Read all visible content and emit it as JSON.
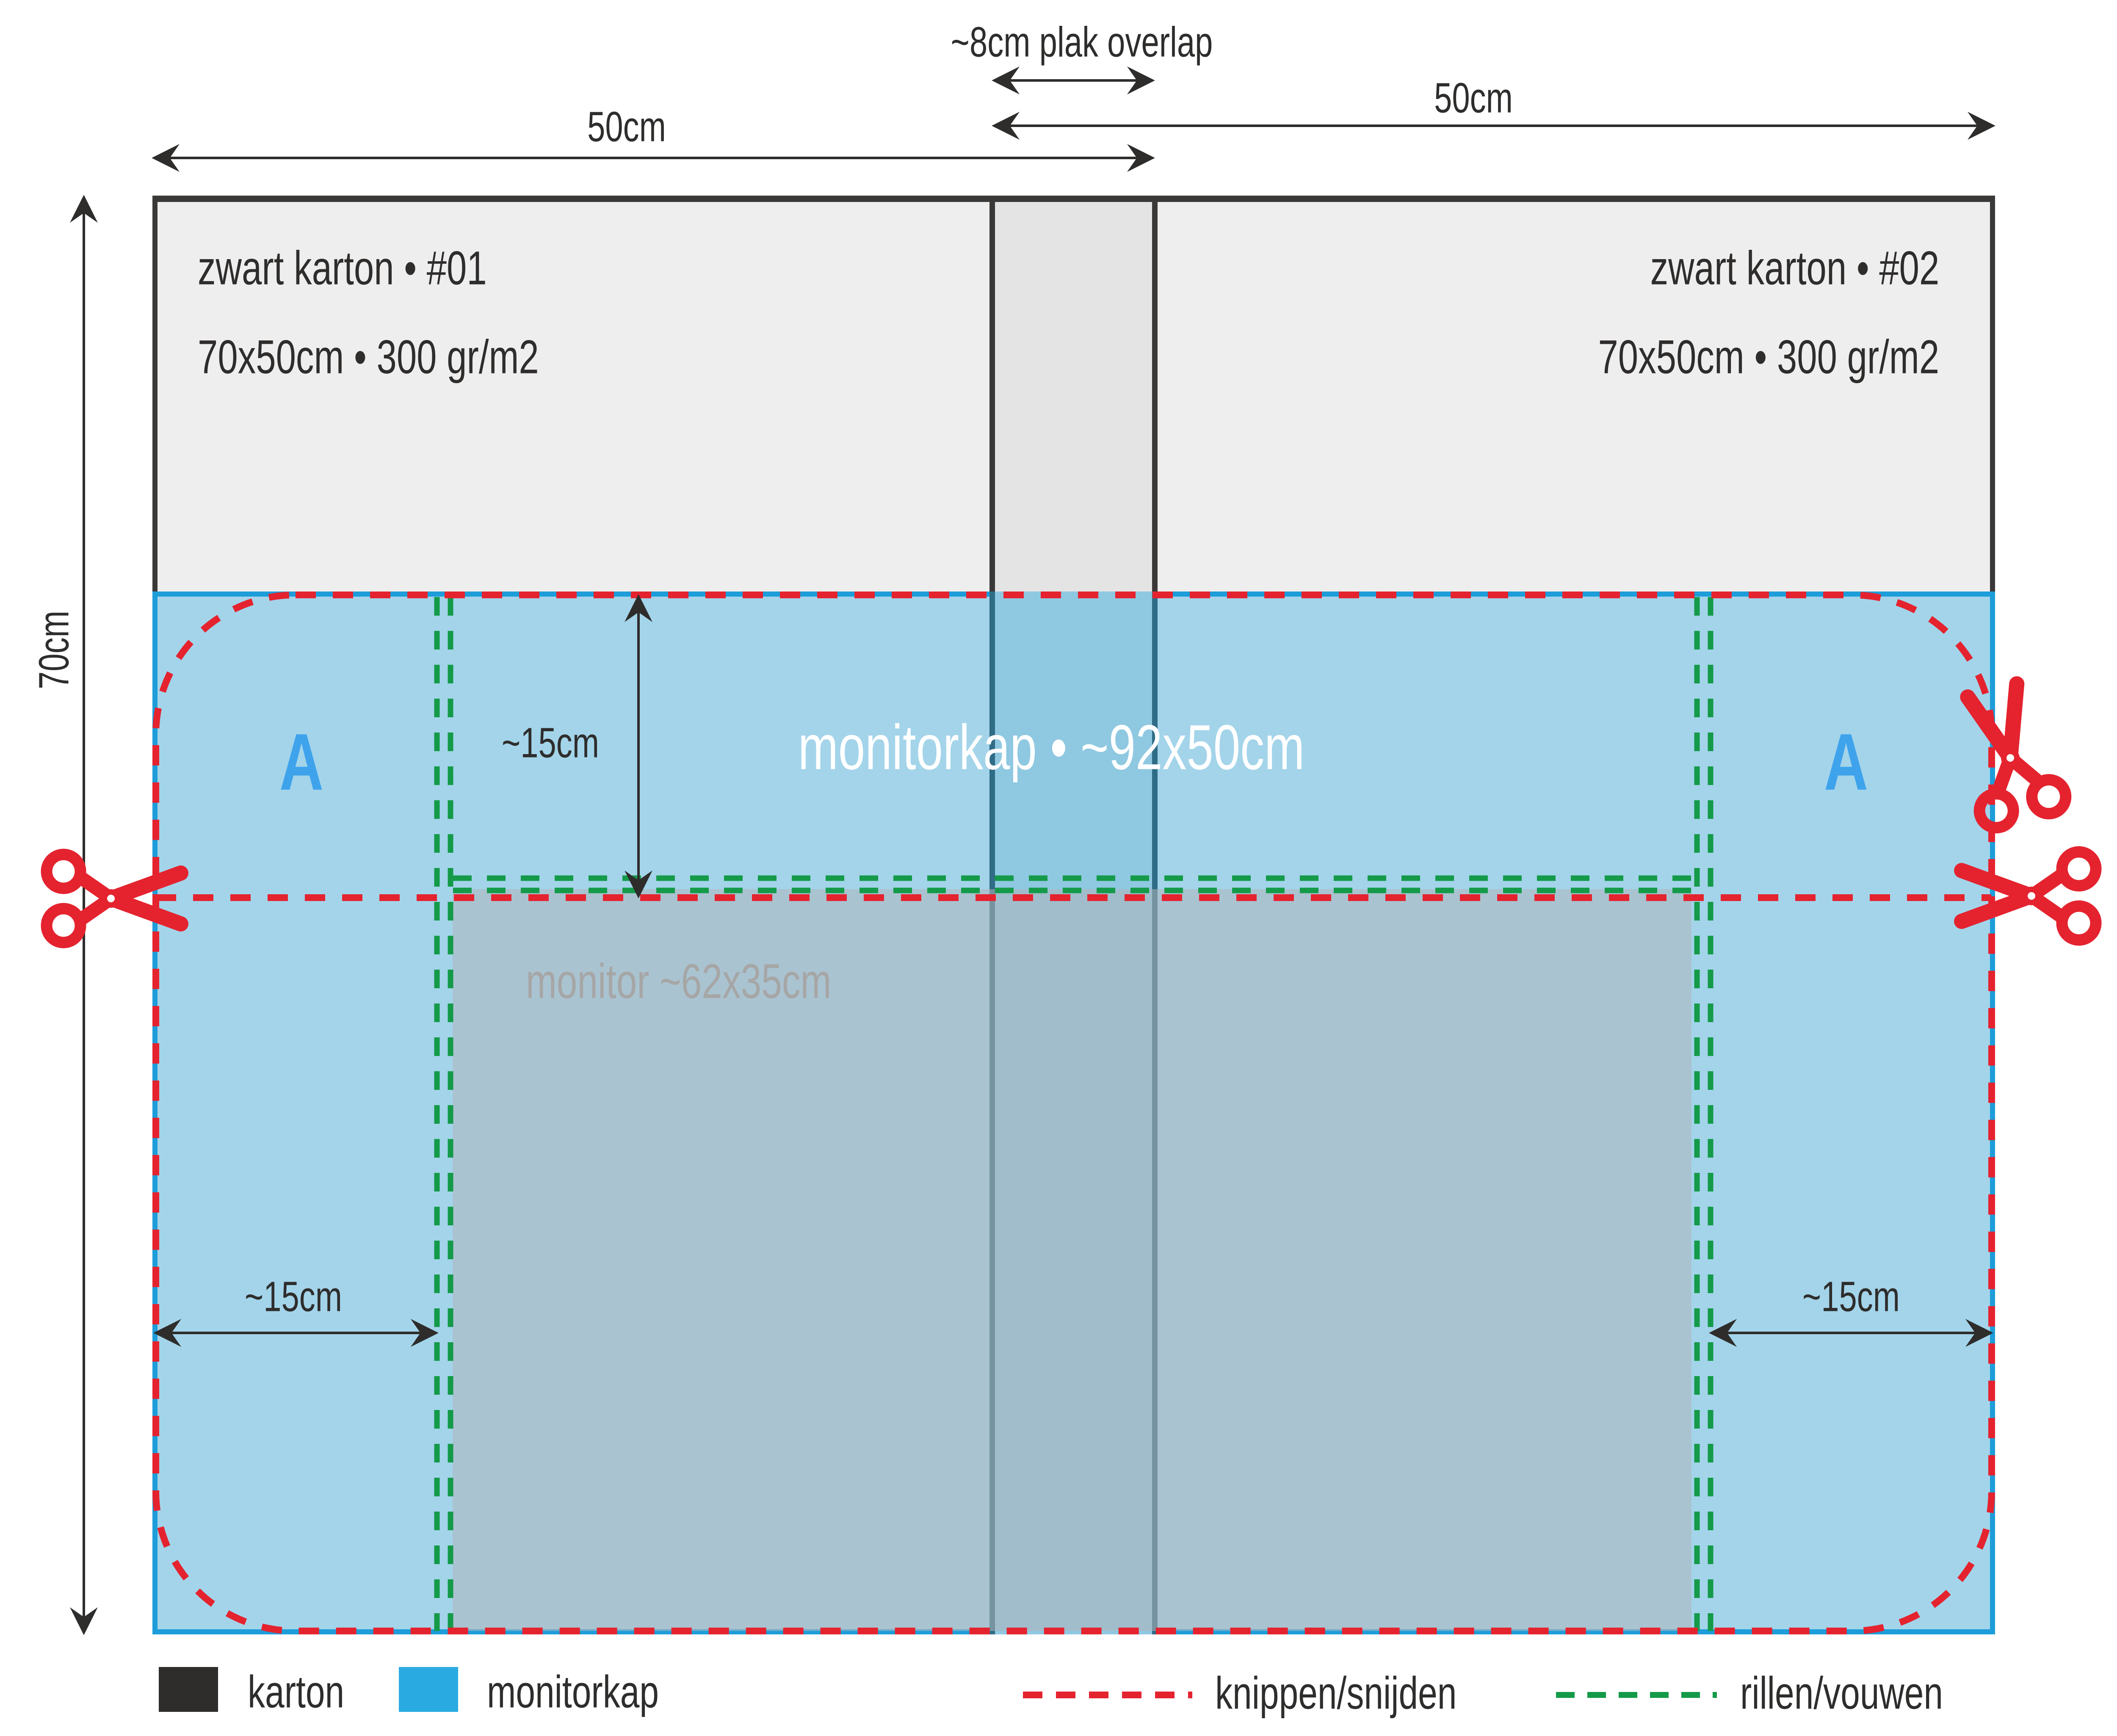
{
  "diagram": {
    "sheet1": {
      "title": "zwart karton • #01",
      "spec": "70x50cm • 300 gr/m2"
    },
    "sheet2": {
      "title": "zwart karton • #02",
      "spec": "70x50cm • 300 gr/m2"
    },
    "hood_label": "monitorkap • ~92x50cm",
    "monitor_label": "monitor ~62x35cm",
    "marker_letter": "A",
    "dims": {
      "overlap": "~8cm plak overlap",
      "sheet1_width": "50cm",
      "sheet2_width": "50cm",
      "sheet_height": "70cm",
      "flap_depth": "~15cm",
      "side_left": "~15cm",
      "side_right": "~15cm"
    }
  },
  "legend": {
    "karton": "karton",
    "monitorkap": "monitorkap",
    "cut": "knippen/snijden",
    "fold": "rillen/vouwen"
  },
  "icons": {
    "scissors": "scissors-icon"
  },
  "colors": {
    "karton_fill": "#efeeee",
    "karton_overlap_fill": "#e4e4e4",
    "karton_border": "#3a3938",
    "hood_fill": "#a3d4ea",
    "hood_overlap_fill": "#8fc8e1",
    "hood_border": "#1d9dd9",
    "hood_overlap_border": "#2f6c86",
    "monitor_overlay": "#c3d9e2",
    "legend_blue": "#29abe2",
    "cut_red": "#e4232f",
    "fold_green": "#149a49",
    "letter_blue": "#3fa3ec",
    "text_dark": "#2e2d2c",
    "monitor_text_gray": "#a6a6a6"
  }
}
